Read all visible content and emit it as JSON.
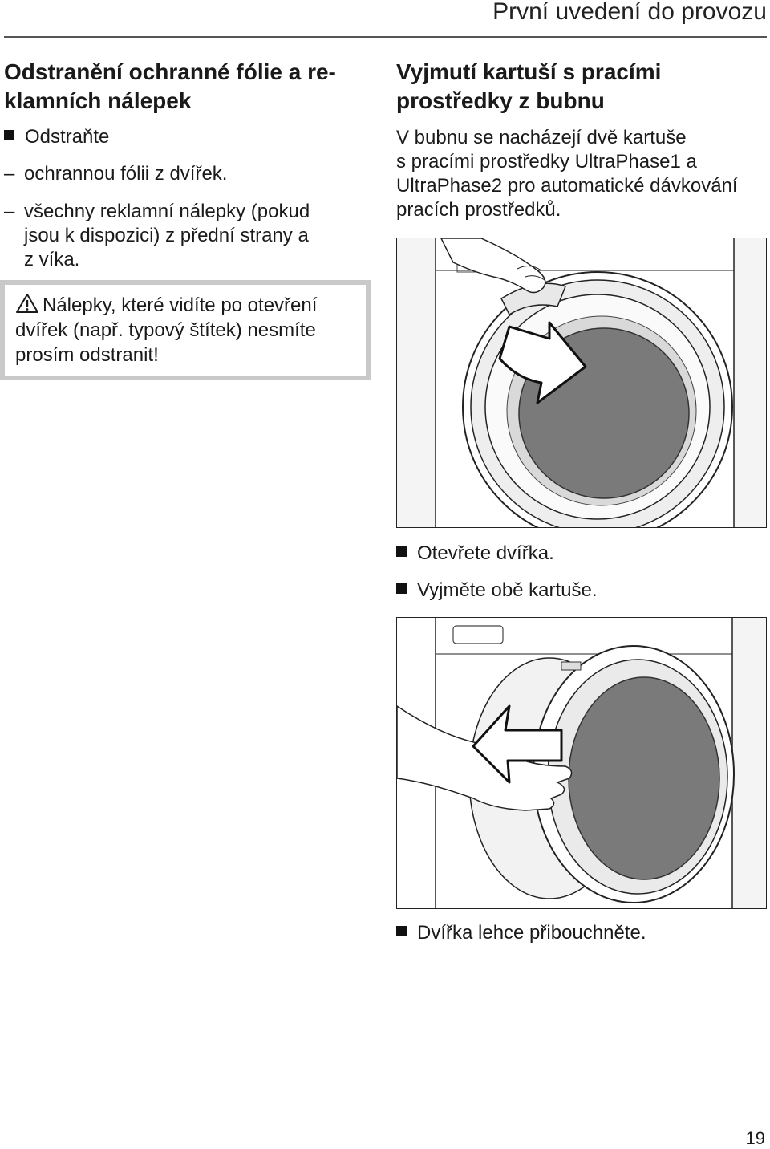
{
  "header": {
    "title": "První uvedení do provozu"
  },
  "left": {
    "heading_lines": [
      "Odstranění ochranné fólie a re-",
      "klamních nálepek"
    ],
    "bullet": "Odstraňte",
    "dash_items": [
      {
        "lines": [
          "ochrannou fólii z dvířek."
        ]
      },
      {
        "lines": [
          "všechny reklamní nálepky (pokud",
          "jsou k dispozici) z přední strany a",
          "z víka."
        ]
      }
    ],
    "dash_symbol": "–",
    "warning": {
      "lines": [
        "Nálepky, které vidíte po otevření",
        "dvířek (např. typový štítek) nesmíte",
        "prosím odstranit!"
      ]
    }
  },
  "right": {
    "heading_lines": [
      "Vyjmutí kartuší s pracími",
      "prostředky z bubnu"
    ],
    "paragraph_lines": [
      "V bubnu se nacházejí dvě kartuše",
      "s pracími prostředky UltraPhase1 a",
      "UltraPhase2 pro automatické dávkování",
      "pracích prostředků."
    ],
    "steps_1": [
      "Otevřete dvířka.",
      "Vyjměte obě kartuše."
    ],
    "steps_2": [
      "Dvířka lehce přibouchněte."
    ]
  },
  "page_number": "19",
  "icons": {
    "warning": "warning-triangle-icon",
    "bullet": "square-bullet-icon"
  },
  "colors": {
    "text": "#1a1a1a",
    "warning_border": "#c9c9c9",
    "drum_dark": "#7a7a7a"
  }
}
